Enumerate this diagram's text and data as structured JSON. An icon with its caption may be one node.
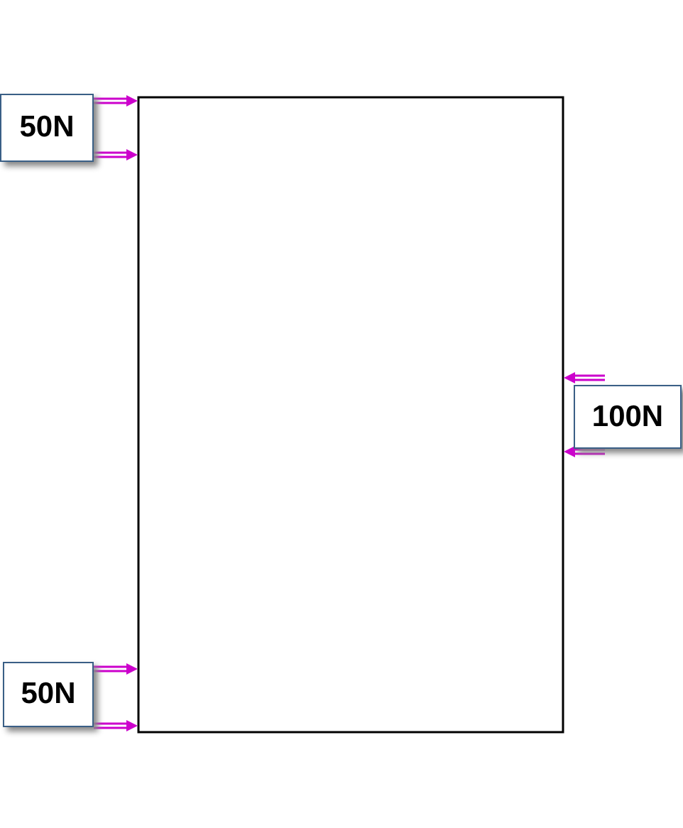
{
  "diagram": {
    "nodes": [
      {
        "text": [
          "50N"
        ]
      },
      {
        "text": [
          "100N"
        ]
      },
      {
        "text": [
          "50N"
        ]
      }
    ]
  }
}
